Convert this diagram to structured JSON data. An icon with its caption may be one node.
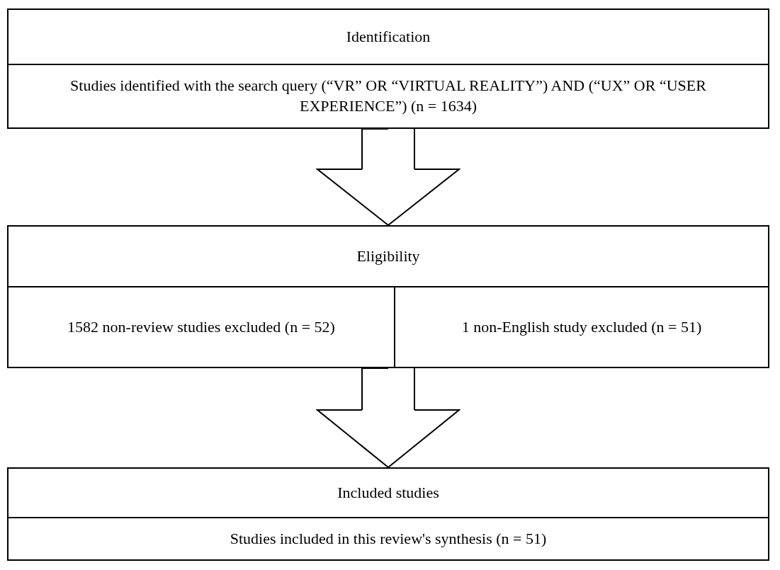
{
  "diagram": {
    "nodes": [
      {
        "text": [
          "Identification"
        ]
      },
      {
        "text": [
          "Studies identified with the search query (“VR” OR “VIRTUAL REALITY”) AND (“UX” OR “USER EXPERIENCE”) (n = 1634)"
        ]
      },
      {
        "text": [
          "Eligibility"
        ]
      },
      {
        "text": [
          "1582 non-review studies excluded (n = 52)"
        ]
      },
      {
        "text": [
          "1 non-English study excluded (n = 51)"
        ]
      },
      {
        "text": [
          "Included studies"
        ]
      },
      {
        "text": [
          "Studies included in this review's synthesis (n = 51)"
        ]
      }
    ],
    "edges": [
      {
        "from": 1,
        "to": 2,
        "arrow": "to"
      },
      {
        "from": 3,
        "to": 5,
        "arrow": "to"
      },
      {
        "from": 4,
        "to": 5,
        "arrow": "to"
      }
    ]
  }
}
